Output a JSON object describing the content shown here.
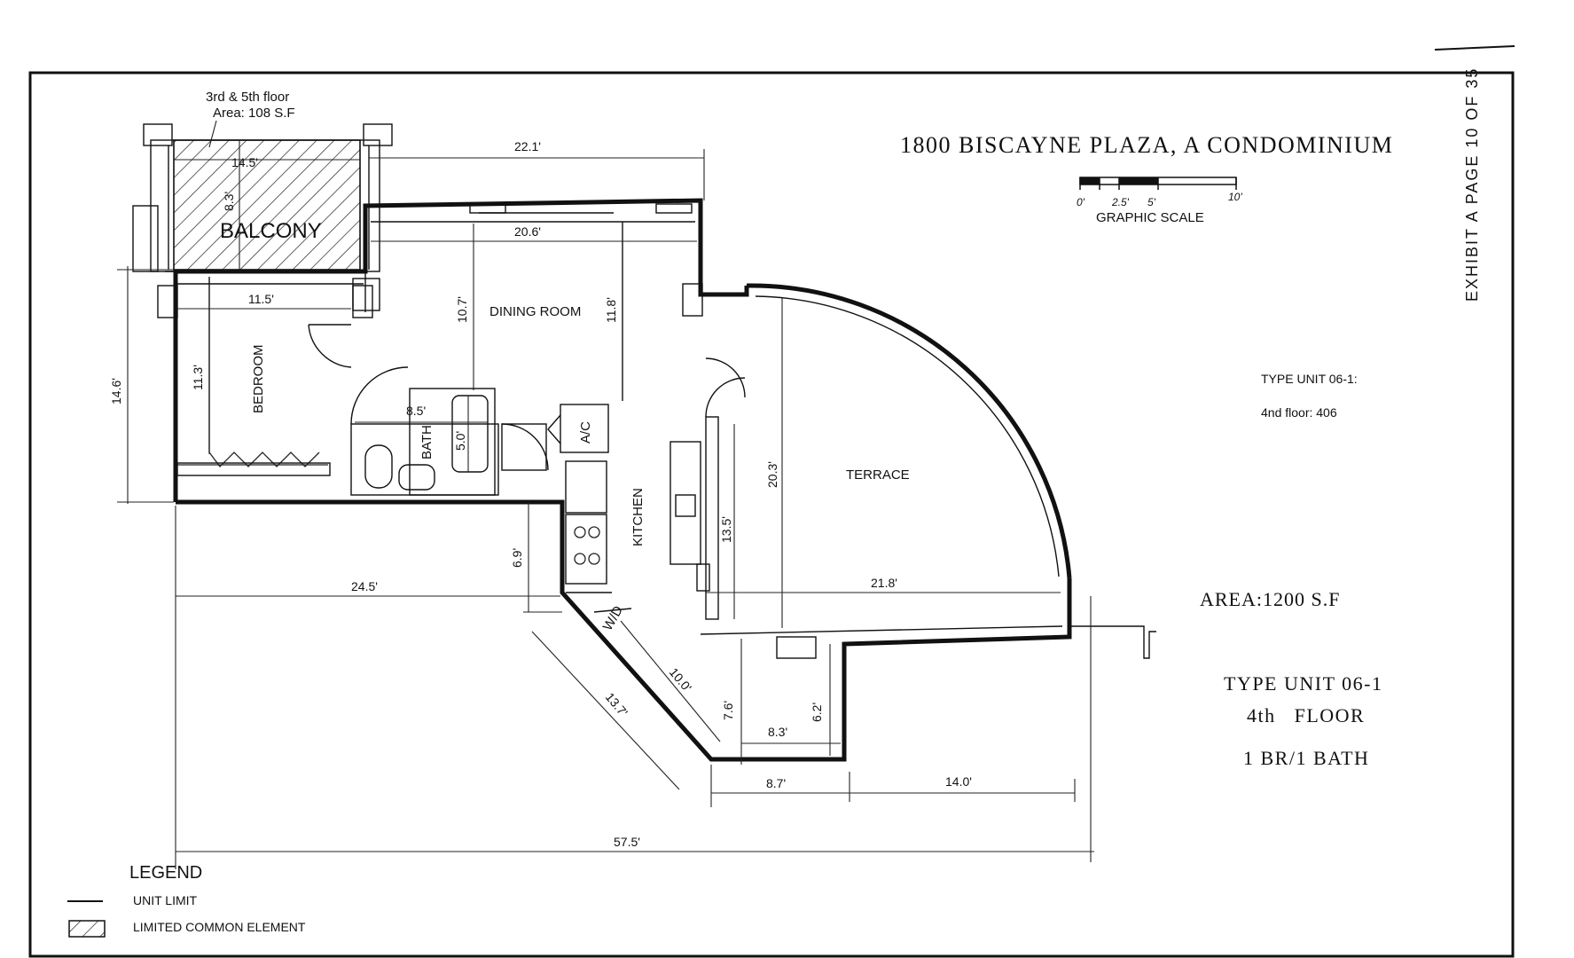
{
  "sheet": {
    "page_note": "EXHIBIT A  PAGE 10 OF 35",
    "title": "1800 BISCAYNE PLAZA, A CONDOMINIUM",
    "scale": {
      "label": "GRAPHIC SCALE",
      "ticks": [
        "0'",
        "2.5'",
        "5'",
        "10'"
      ]
    },
    "unit_info": {
      "type_label": "TYPE UNIT 06-1:",
      "floor_units": "4nd floor: 406"
    },
    "area": "AREA:1200 S.F",
    "unit_block": {
      "type": "TYPE UNIT 06-1",
      "floor": "4th   FLOOR",
      "rooms": "1 BR/1 BATH"
    }
  },
  "balcony_note": {
    "line1": "3rd & 5th floor",
    "line2": "Area: 108 S.F"
  },
  "rooms": {
    "balcony": "BALCONY",
    "bedroom": "BEDROOM",
    "dining": "DINING ROOM",
    "bath": "BATH",
    "ac": "A/C",
    "kitchen": "KITCHEN",
    "terrace": "TERRACE",
    "wd": "W/D"
  },
  "dimensions": {
    "balcony_w": "14.5'",
    "balcony_d": "8.3'",
    "top_overall": "22.1'",
    "dining_w": "20.6'",
    "bedroom_w": "11.5'",
    "left_h": "14.6'",
    "bedroom_h": "11.3'",
    "dining_h": "10.7'",
    "dining_h2": "11.8'",
    "bath_w": "8.5'",
    "bath_h": "5.0'",
    "terrace_h": "20.3'",
    "kitchen_h": "13.5'",
    "terrace_w": "21.8'",
    "lower_left": "24.5'",
    "kitchen_ext": "6.9'",
    "wd_wall": "10.0'",
    "diag_out": "13.7'",
    "notch_h": "7.6'",
    "notch_w": "8.3'",
    "notch_h2": "6.2'",
    "bottom_a": "8.7'",
    "bottom_b": "14.0'",
    "overall": "57.5'"
  },
  "legend": {
    "title": "LEGEND",
    "items": [
      {
        "symbol": "line",
        "label": "UNIT LIMIT"
      },
      {
        "symbol": "hatch",
        "label": "LIMITED COMMON ELEMENT"
      }
    ]
  }
}
